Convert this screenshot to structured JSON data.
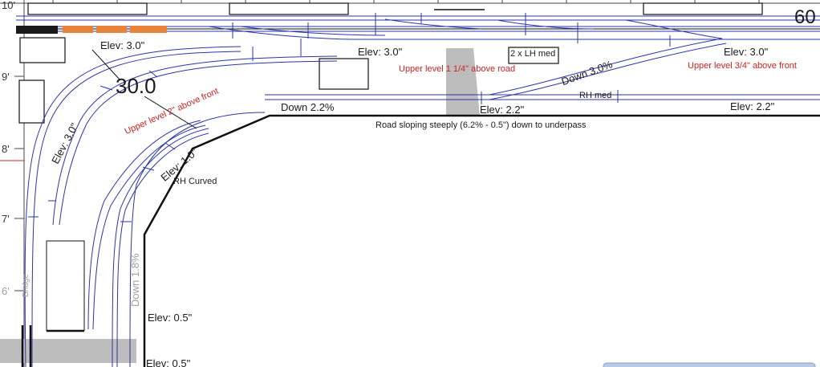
{
  "scale": {
    "top_left": "10'",
    "top_right": "60"
  },
  "axis_ticks": [
    "9'",
    "8'",
    "7'",
    "6'"
  ],
  "labels": {
    "elev_3_left": "Elev: 3.0\"",
    "elev_3_mid": "Elev: 3.0\"",
    "elev_3_right": "Elev: 3.0\"",
    "elev_3_diag": "Elev: 3.0\"",
    "elev_1_diag": "Elev: 1.0\"",
    "elev_22_mid": "Elev: 2.2\"",
    "elev_22_right": "Elev: 2.2\"",
    "elev_05_a": "Elev: 0.5\"",
    "elev_05_b": "Elev: 0.5\"",
    "radius_30": "30.0",
    "down_22": "Down 2.2%",
    "down_30": "Down 3.0%",
    "down_18": "Down 1.8%",
    "turnout_box": "2 x LH med",
    "rh_med": "RH med",
    "rh_curved": "RH Curved",
    "upper_2": "Upper level 2\" above front",
    "upper_114": "Upper level  1 1/4\" above road",
    "upper_34": "Upper level 3/4\" above front",
    "road_note": "Road sloping steeply (6.2% - 0.5\") down to underpass",
    "faint_vertical": "Bridge"
  },
  "colors": {
    "track": "#2a35a8",
    "rail_fill": "#dfe3f6",
    "red_text": "#cc2222",
    "road": "#bdbdbd",
    "train": "#e9833a",
    "loco": "#1a1a1a",
    "wall": "#111111",
    "scroll_thumb": "#b9cbe3"
  }
}
